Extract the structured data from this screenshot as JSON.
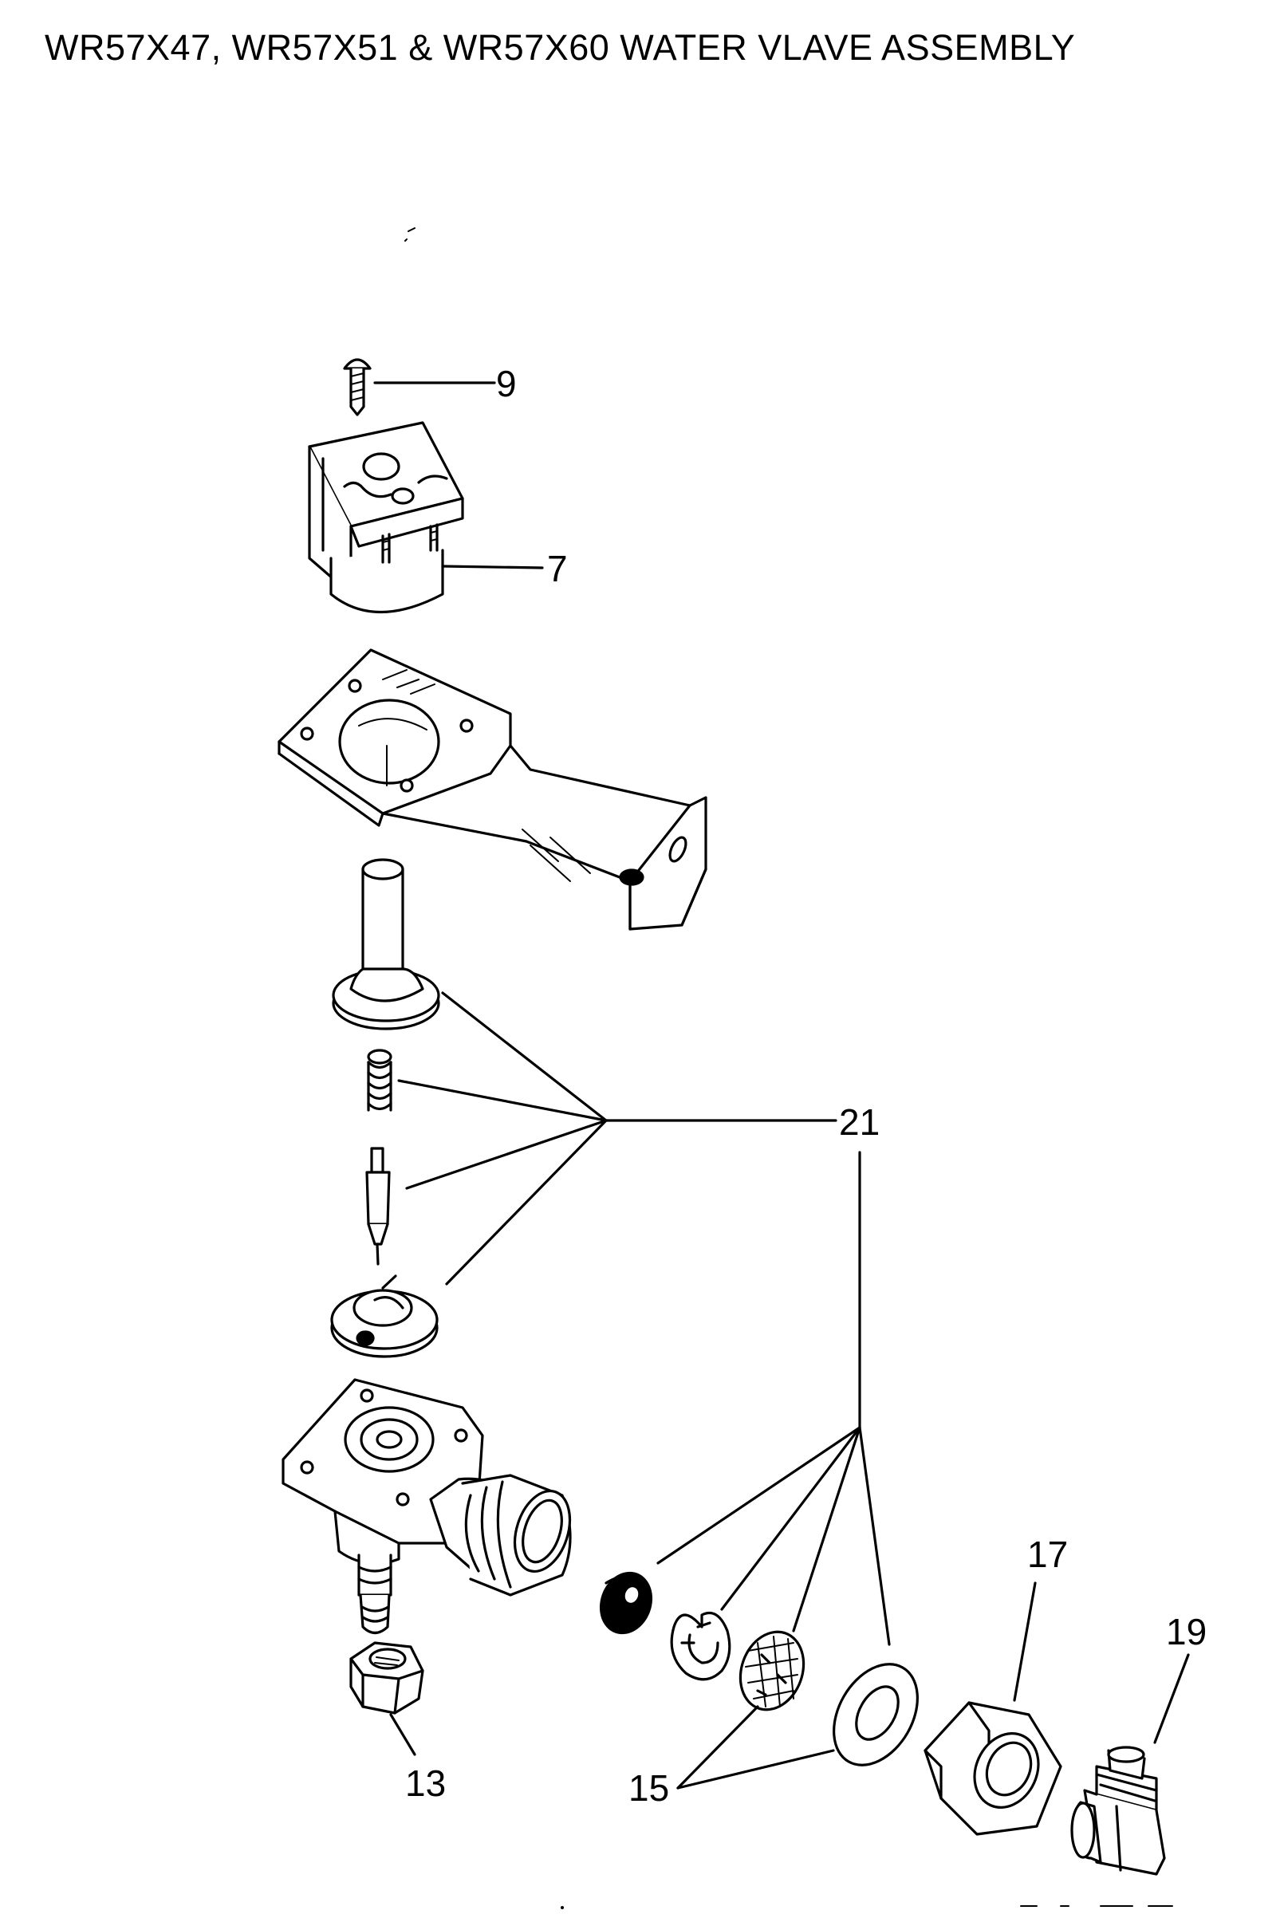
{
  "title": "WR57X47, WR57X51 & WR57X60 WATER VLAVE ASSEMBLY",
  "callouts": {
    "c9": "9",
    "c7": "7",
    "c21": "21",
    "c17": "17",
    "c19": "19",
    "c13": "13",
    "c15": "15"
  }
}
